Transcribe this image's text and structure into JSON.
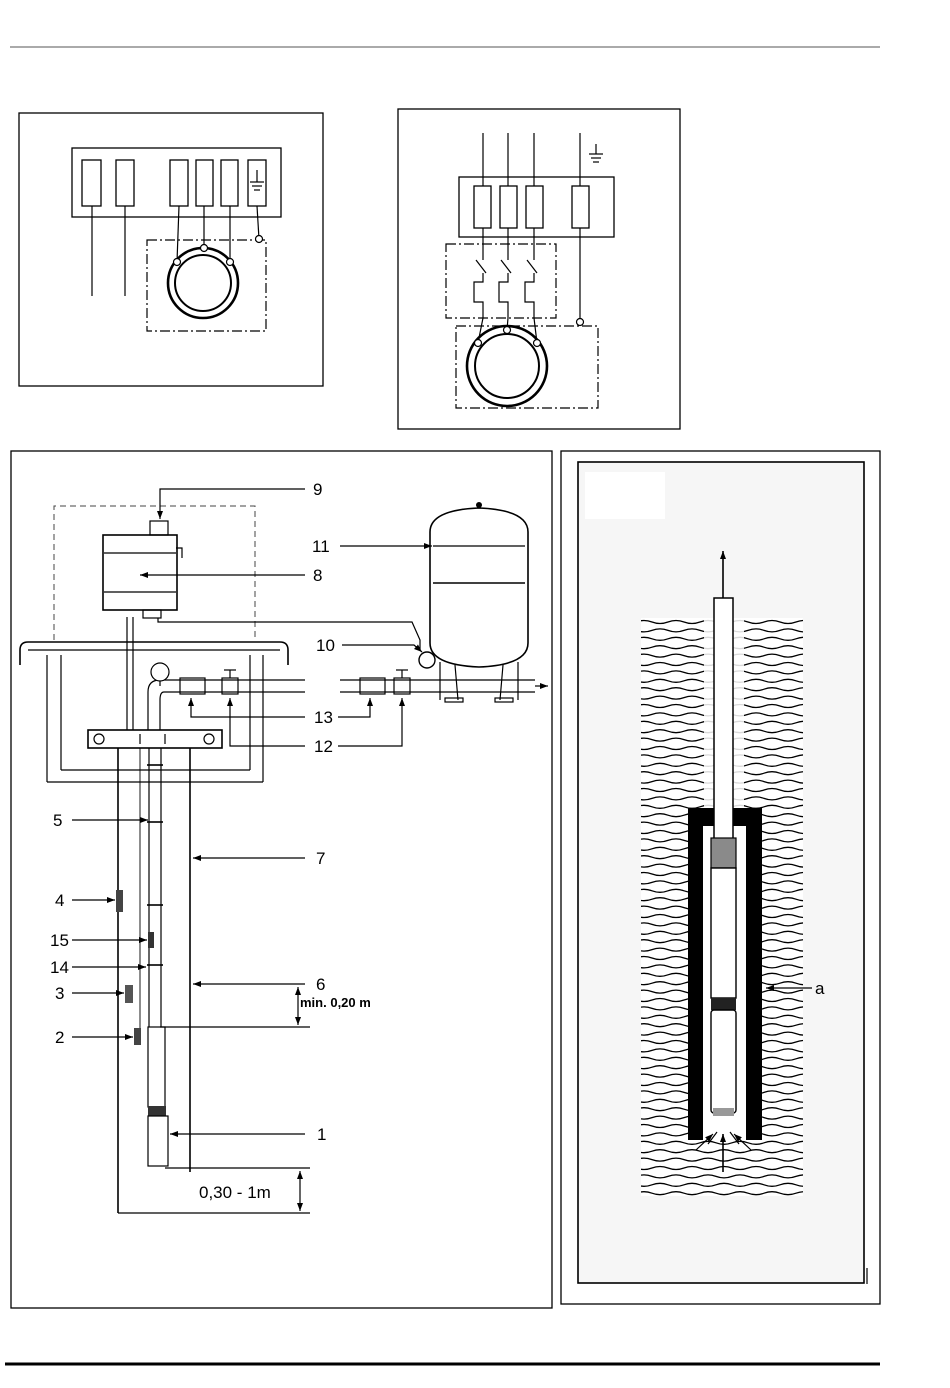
{
  "installation": {
    "callouts": [
      "9",
      "11",
      "8",
      "10",
      "13",
      "12",
      "5",
      "7",
      "4",
      "15",
      "14",
      "3",
      "6",
      "2",
      "1"
    ],
    "dimensions": [
      "min. 0,20 m",
      "0,30 - 1m"
    ]
  },
  "well_section": {
    "label": "a"
  }
}
